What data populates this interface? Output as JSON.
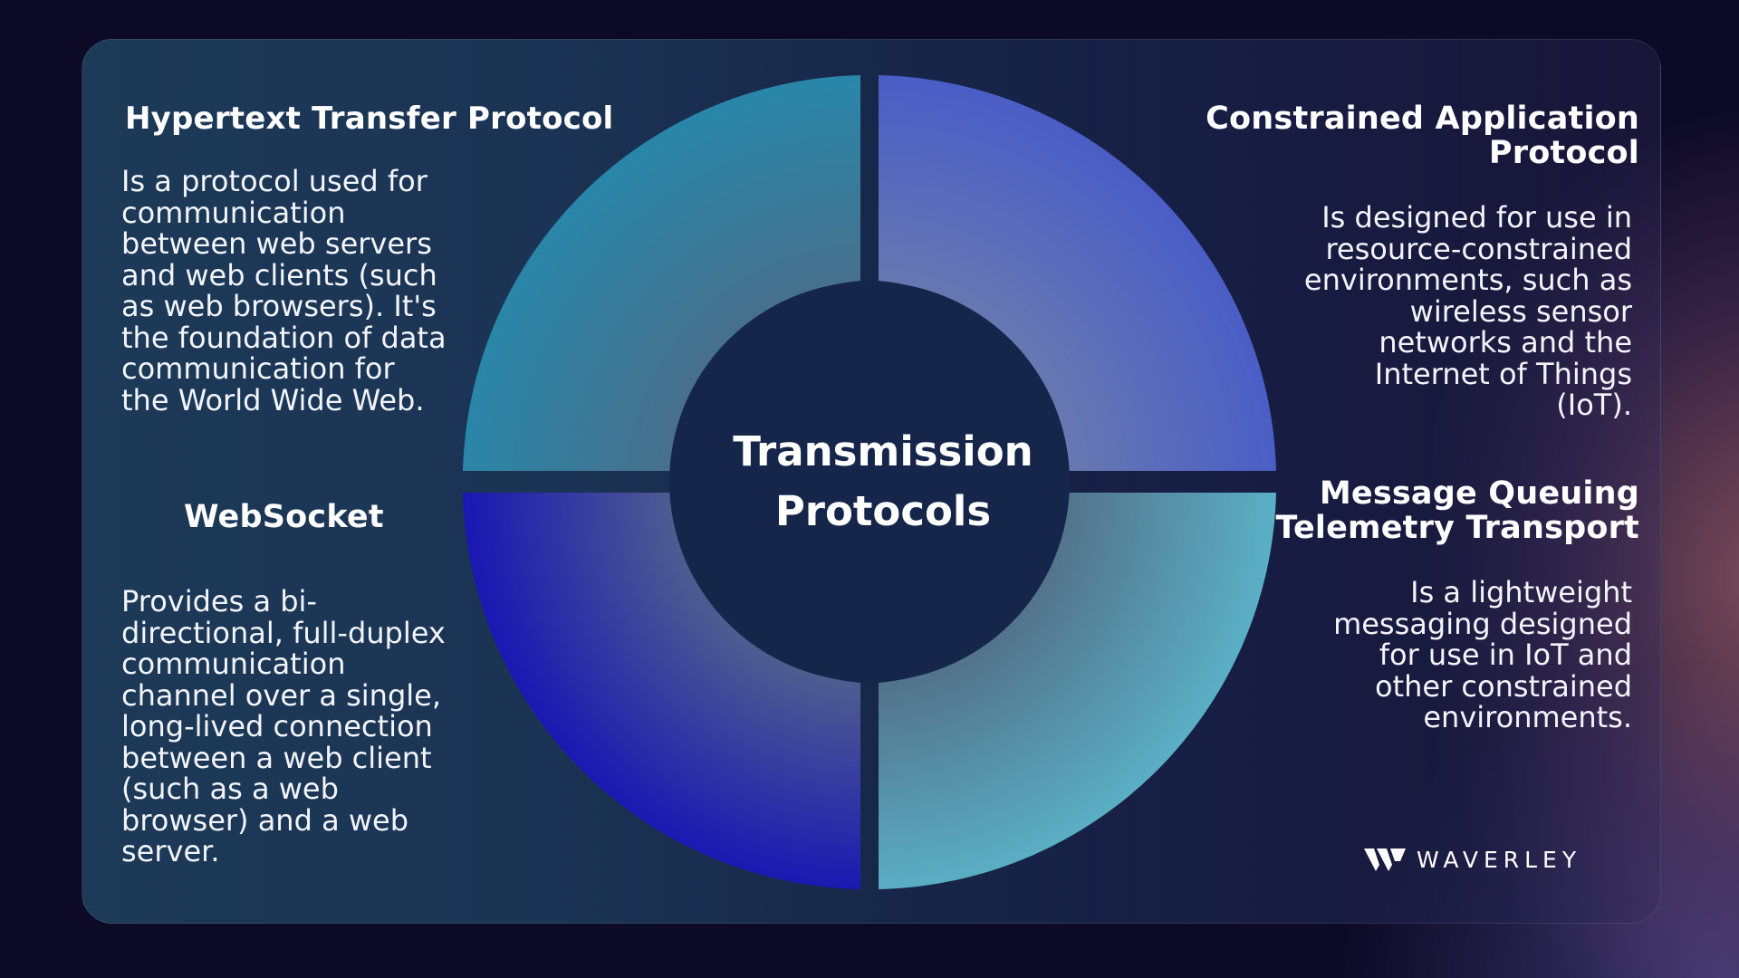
{
  "center": {
    "line1": "Transmission",
    "line2": "Protocols"
  },
  "sections": {
    "http": {
      "title": "Hypertext Transfer Protocol",
      "lines": [
        "Is a protocol used for",
        "communication",
        "between web servers",
        "and web clients (such",
        "as web browsers). It's",
        "the foundation of data",
        "communication for",
        "the World Wide Web."
      ]
    },
    "coap": {
      "title_lines": [
        "Constrained Application",
        "Protocol"
      ],
      "lines": [
        "Is designed for use in",
        "resource-constrained",
        "environments, such as",
        "wireless sensor",
        "networks and the",
        "Internet of Things",
        "(IoT)."
      ]
    },
    "websocket": {
      "title": "WebSocket",
      "lines": [
        "Provides a bi-",
        "directional, full-duplex",
        "communication",
        "channel over a single,",
        "long-lived connection",
        "between a web client",
        "(such as a web",
        "browser) and a web",
        "server."
      ]
    },
    "mqtt": {
      "title_lines": [
        "Message Queuing",
        "Telemetry Transport"
      ],
      "lines": [
        "Is a lightweight",
        "messaging designed",
        "for use in IoT and",
        "other constrained",
        "environments."
      ]
    }
  },
  "logo": {
    "text": "WAVERLEY"
  },
  "colors": {
    "quadrant_top_left": "#2a86a8",
    "quadrant_top_right": "#4f5fc2",
    "quadrant_bottom_left": "#1a1bb4",
    "quadrant_bottom_right": "#57adc2",
    "center_circle": "#15264a"
  }
}
